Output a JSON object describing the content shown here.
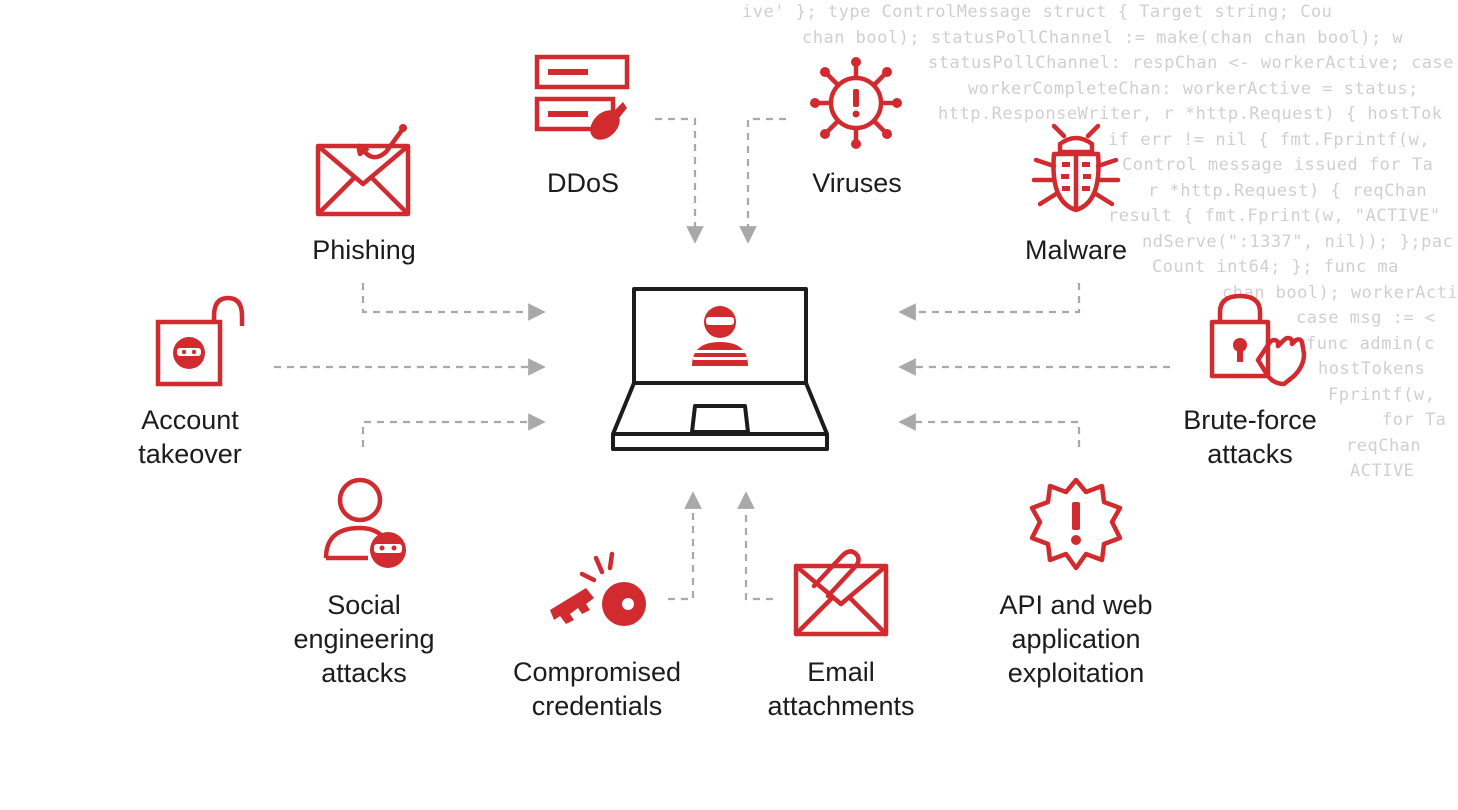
{
  "labels": {
    "ddos": "DDoS",
    "viruses": "Viruses",
    "phishing": "Phishing",
    "malware": "Malware",
    "account_takeover": [
      "Account",
      "takeover"
    ],
    "brute_force": [
      "Brute-force",
      "attacks"
    ],
    "social_engineering": [
      "Social",
      "engineering",
      "attacks"
    ],
    "compromised_credentials": [
      "Compromised",
      "credentials"
    ],
    "email_attachments": [
      "Email",
      "attachments"
    ],
    "api_exploitation": [
      "API and web",
      "application",
      "exploitation"
    ]
  },
  "background_code": [
    "ive' }; type ControlMessage struct { Target string; Cou",
    "chan bool); statusPollChannel := make(chan chan bool); w",
    "statusPollChannel: respChan <- workerActive; case",
    "workerCompleteChan: workerActive = status;",
    "http.ResponseWriter, r *http.Request) { hostTok",
    "if err != nil { fmt.Fprintf(w,",
    "Control message issued for Ta",
    "r *http.Request) { reqChan",
    "result { fmt.Fprint(w, \"ACTIVE\"",
    "ndServe(\":1337\", nil)); };pac",
    "Count int64; }; func ma",
    "chan bool); workerActi",
    "case msg := <",
    "func admin(c",
    "hostTokens",
    "Fprintf(w,",
    "for Ta",
    "reqChan",
    "ACTIVE",
    "",
    ""
  ],
  "colors": {
    "accent": "#d12b2f",
    "ink": "#1c1c1c",
    "connector": "#a9a9a9",
    "code": "#cfcfcf"
  },
  "icons": {
    "ddos": "server-bomb-icon",
    "viruses": "virus-icon",
    "phishing": "phishing-envelope-icon",
    "malware": "bug-icon",
    "account_takeover": "masked-lock-icon",
    "brute_force": "padlock-hand-icon",
    "social_engineering": "masked-user-icon",
    "compromised_credentials": "broken-key-icon",
    "email_attachments": "attachment-envelope-icon",
    "api_exploitation": "warning-gear-icon",
    "center": "hacker-laptop-icon"
  }
}
